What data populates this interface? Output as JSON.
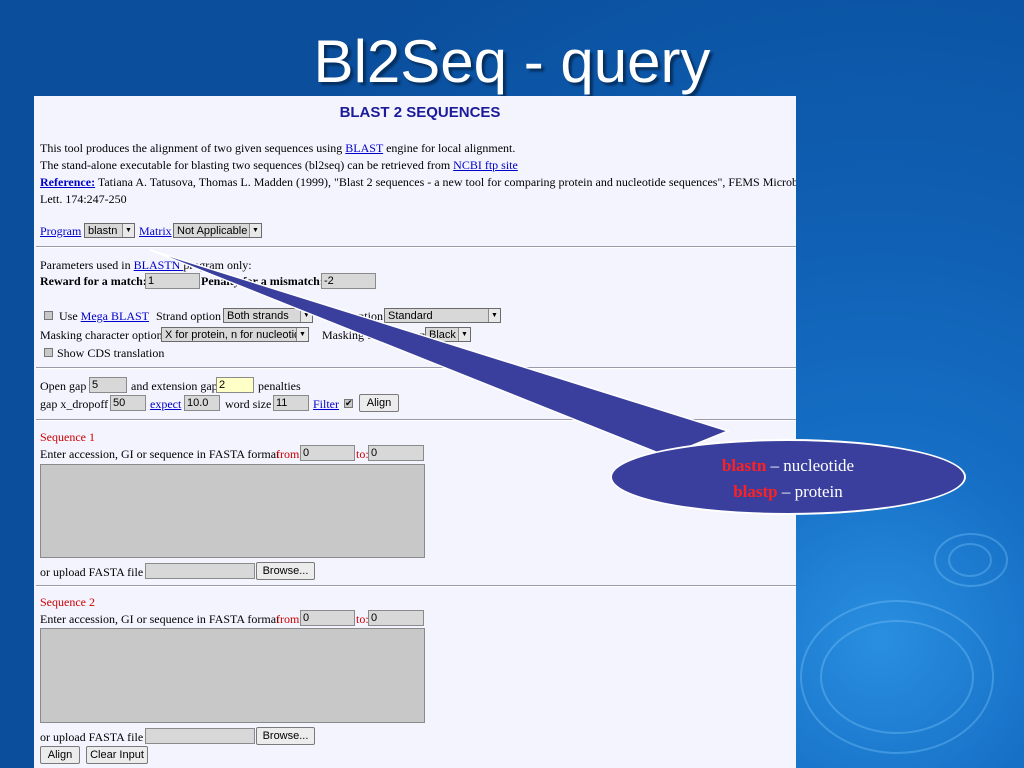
{
  "slide": {
    "title": "Bl2Seq - query"
  },
  "panel": {
    "title": "BLAST 2 SEQUENCES",
    "intro": {
      "line1_pre": "This tool produces the alignment of two given sequences using ",
      "line1_link": "BLAST",
      "line1_post": " engine for local alignment.",
      "line2_pre": "The stand-alone executable for blasting two sequences (bl2seq) can be retrieved from ",
      "line2_link": "NCBI ftp site",
      "ref_label": "Reference:",
      "ref_text": " Tatiana A. Tatusova, Thomas L. Madden (1999), \"Blast 2 sequences - a new tool for comparing protein and nucleotide sequences\", FEMS Microbiol",
      "ref_text2": "Lett. 174:247-250"
    },
    "program": {
      "label": "Program",
      "value": "blastn",
      "matrix_label": "Matrix",
      "matrix_value": "Not Applicable"
    },
    "params": {
      "note_pre": "Parameters used in ",
      "note_link": "BLASTN ",
      "note_post": "program only:",
      "reward_label": "Reward for a match:",
      "reward_value": "1",
      "penalty_label": "Penalty for a mismatch:",
      "penalty_value": "-2"
    },
    "options": {
      "use_label": "Use ",
      "mega_link": "Mega BLAST",
      "strand_label": "Strand option",
      "strand_value": "Both strands",
      "view_label": "View option",
      "view_value": "Standard",
      "masking_char_label": "Masking character option",
      "masking_char_value": "X for protein, n for nucleotide",
      "masking_color_label": "Masking color option",
      "masking_color_value": "Black",
      "cds_label": "Show CDS translation"
    },
    "gaps": {
      "open_label": "Open gap",
      "open_value": "5",
      "ext_label": "and extension gap",
      "ext_value": "2",
      "penalties_label": "penalties",
      "dropoff_label": "gap x_dropoff",
      "dropoff_value": "50",
      "expect_link": "expect",
      "expect_value": "10.0",
      "word_label": "word size",
      "word_value": "11",
      "filter_link": "Filter",
      "filter_check": "✔",
      "align_button": "Align"
    },
    "seq1": {
      "title": "Sequence 1",
      "enter_label": "Enter accession, GI or sequence in FASTA format",
      "from_label": "from:",
      "from_value": "0",
      "to_label": "to:",
      "to_value": "0",
      "upload_label": "or upload FASTA file",
      "browse_button": "Browse..."
    },
    "seq2": {
      "title": "Sequence 2",
      "enter_label": "Enter accession, GI or sequence in FASTA format",
      "from_label": "from:",
      "from_value": "0",
      "to_label": "to:",
      "to_value": "0",
      "upload_label": "or upload FASTA file",
      "browse_button": "Browse..."
    },
    "footer": {
      "align_button": "Align",
      "clear_button": "Clear Input"
    }
  },
  "callout": {
    "kw1": "blastn",
    "text1": " – nucleotide",
    "kw2": "blastp",
    "text2": " – protein",
    "fill_color": "#3a3f9e",
    "keyword_color": "#ff2020"
  }
}
